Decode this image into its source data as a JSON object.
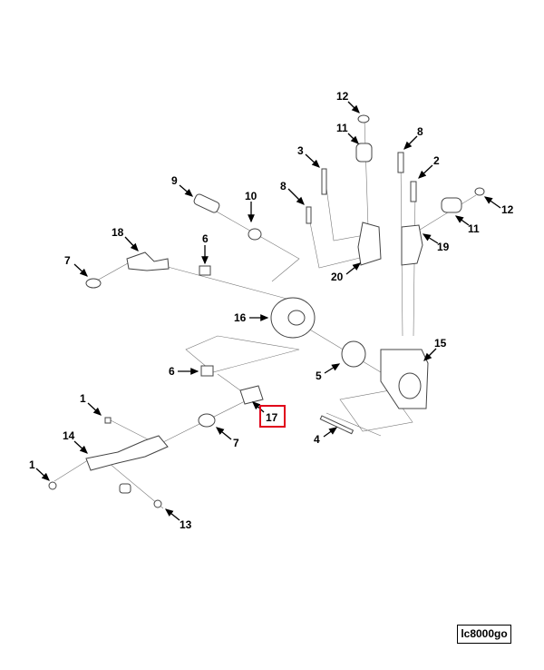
{
  "diagram": {
    "reference_code": "lc8000go",
    "highlighted_callout": "17",
    "highlight_color": "#e0001a",
    "callouts": [
      "12",
      "11",
      "8",
      "3",
      "2",
      "8",
      "12",
      "11",
      "19",
      "20",
      "9",
      "10",
      "18",
      "6",
      "7",
      "16",
      "15",
      "5",
      "6",
      "17",
      "1",
      "7",
      "14",
      "4",
      "1",
      "13"
    ]
  }
}
